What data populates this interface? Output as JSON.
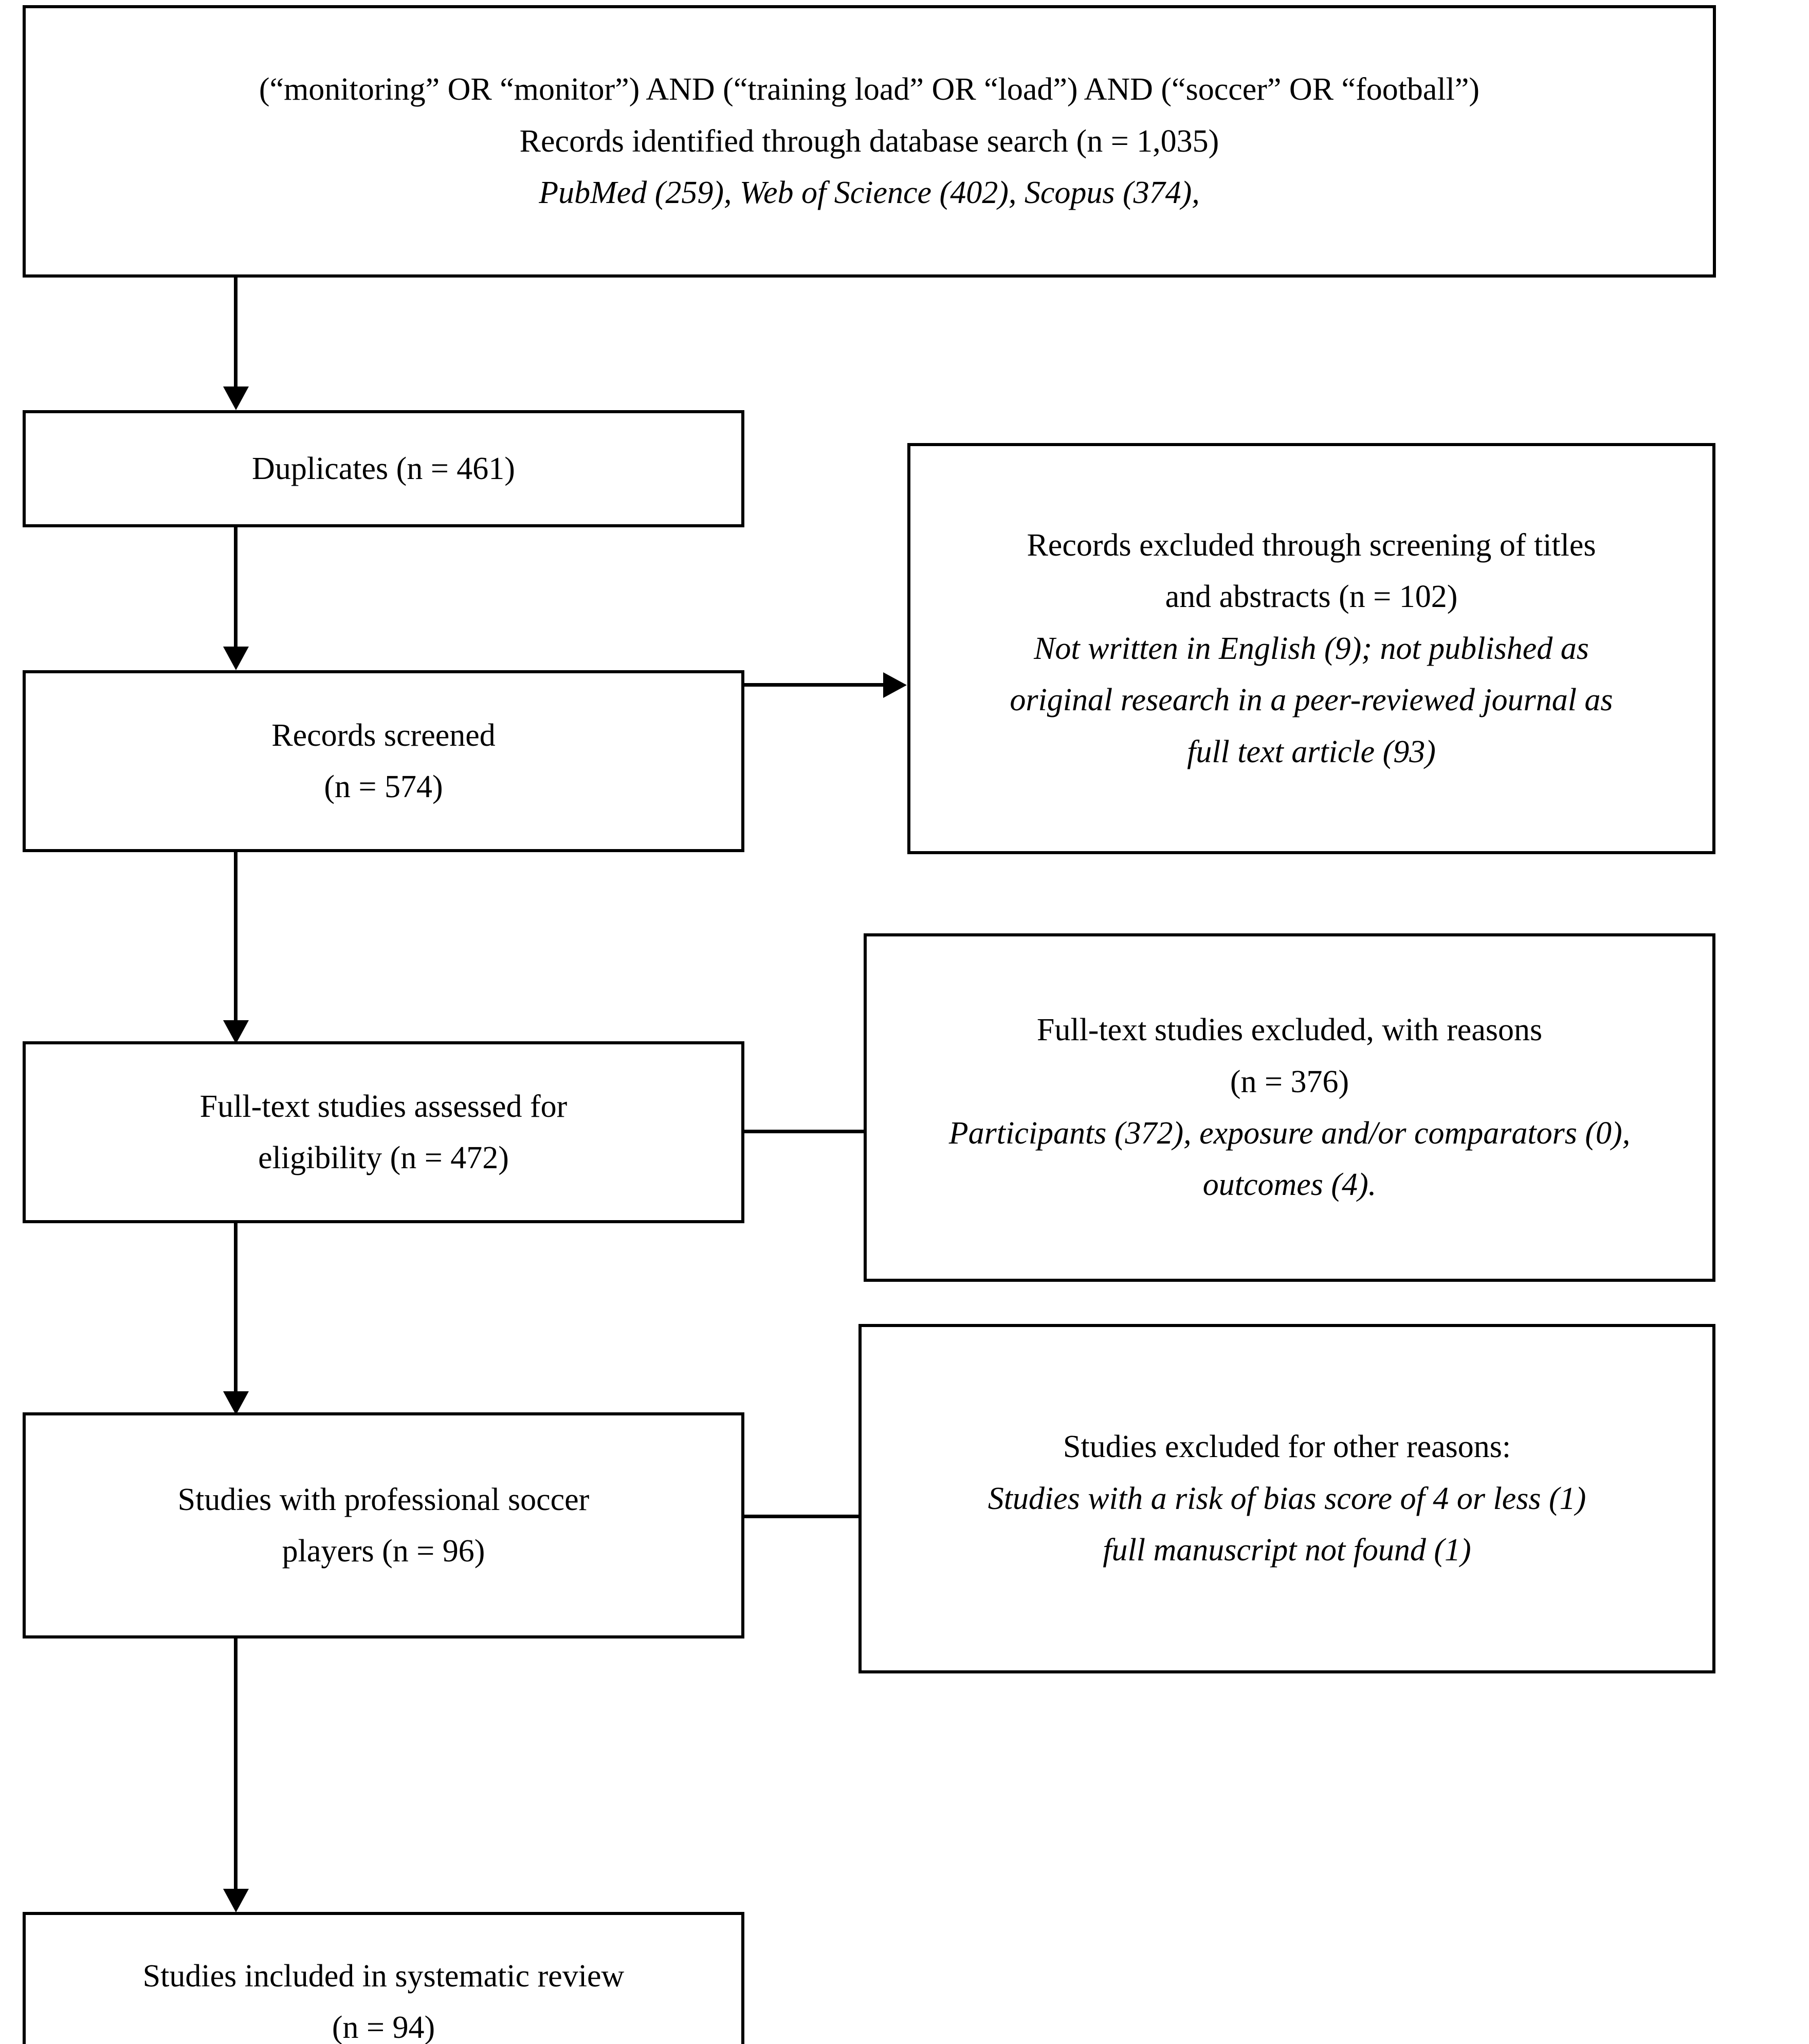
{
  "diagram": {
    "type": "prisma-flow-diagram",
    "nodes": {
      "identification": {
        "lines": [
          "(“monitoring” OR “monitor”) AND (“training load” OR “load”) AND (“soccer” OR “football”)",
          "Records identified through database search (n = 1,035)",
          "PubMed (259), Web of Science (402), Scopus (374),"
        ]
      },
      "duplicates": {
        "lines": [
          "Duplicates (n = 461)"
        ]
      },
      "records_screened": {
        "lines": [
          "Records screened",
          "(n = 574)"
        ]
      },
      "records_excluded": {
        "lines": [
          "Records excluded through screening of titles",
          "and abstracts (n = 102)",
          "Not written in English (9); not published as",
          "original research in a peer-reviewed journal as",
          "full text article (93)"
        ]
      },
      "fulltext_assessed": {
        "lines": [
          "Full-text studies assessed for",
          "eligibility (n = 472)"
        ]
      },
      "fulltext_excluded": {
        "lines": [
          "Full-text studies excluded, with reasons",
          "(n = 376)",
          "Participants (372), exposure and/or comparators (0),",
          "outcomes (4)."
        ]
      },
      "professional_players": {
        "lines": [
          "Studies with professional soccer",
          "players (n = 96)"
        ]
      },
      "other_reasons": {
        "lines": [
          "Studies excluded for other reasons:",
          "Studies with a risk of bias score of 4 or less (1)",
          "full manuscript not found (1)"
        ]
      },
      "included": {
        "lines": [
          "Studies included in systematic review",
          "(n = 94)"
        ]
      }
    },
    "counts": {
      "identified": 1035,
      "pubmed": 259,
      "web_of_science": 402,
      "scopus": 374,
      "duplicates": 461,
      "screened": 574,
      "excluded_screening": 102,
      "not_english": 9,
      "not_original_research": 93,
      "fulltext_assessed": 472,
      "fulltext_excluded": 376,
      "participants_excluded": 372,
      "exposure_comparators_excluded": 0,
      "outcomes_excluded": 4,
      "professional_players": 96,
      "risk_of_bias_excluded": 1,
      "manuscript_not_found": 1,
      "included": 94
    },
    "colors": {
      "border": "#000000",
      "text": "#000000",
      "background": "#ffffff"
    }
  }
}
